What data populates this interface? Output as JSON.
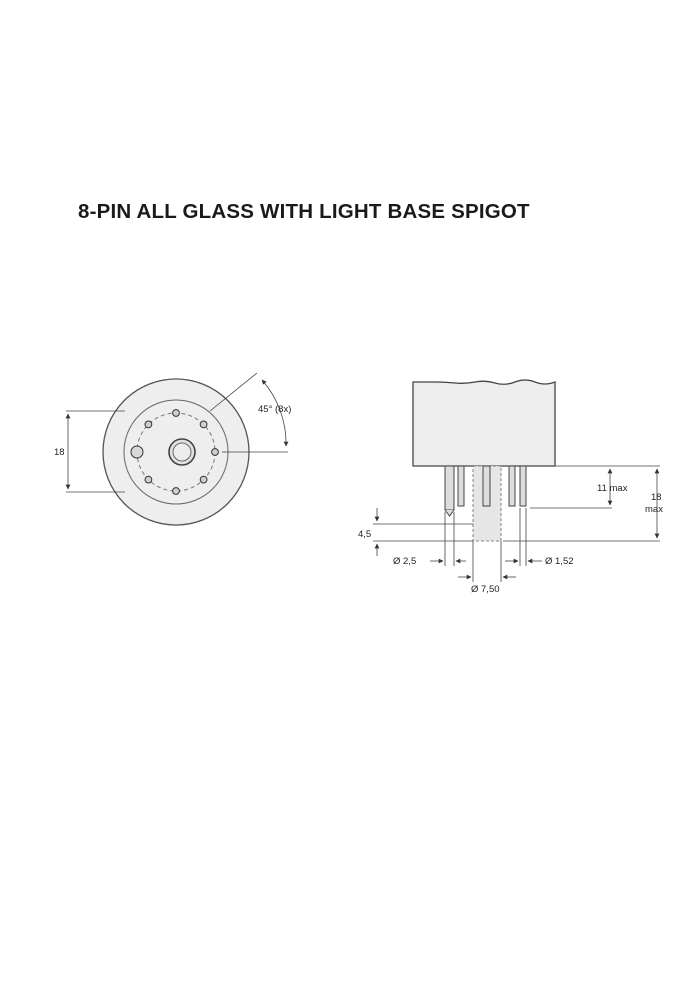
{
  "title": "8-PIN ALL GLASS WITH LIGHT BASE SPIGOT",
  "bottom_view": {
    "pin_count": 8,
    "angle_label": "45° (8x)",
    "diameter_label": "18"
  },
  "side_view": {
    "overall_length_label_line1": "18",
    "overall_length_label_line2": "max",
    "pin_length_label": "11 max",
    "spigot_length_label": "4,5",
    "pin_diameter_label": "Ø 1,52",
    "locating_pin_diameter_label": "Ø 2,5",
    "spigot_diameter_label": "Ø 7,50"
  },
  "colors": {
    "drawing_fill": "#eeeeee",
    "line": "#333333",
    "text": "#1a1a1a"
  }
}
